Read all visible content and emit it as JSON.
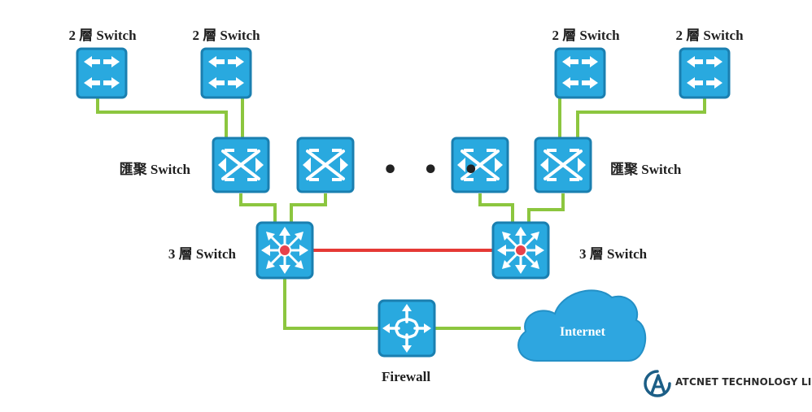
{
  "labels": {
    "l2_switch_1": "2 層 Switch",
    "l2_switch_2": "2 層 Switch",
    "l2_switch_3": "2 層 Switch",
    "l2_switch_4": "2 層 Switch",
    "aggregation_left": "匯聚 Switch",
    "aggregation_right": "匯聚 Switch",
    "l3_left": "3 層 Switch",
    "l3_right": "3 層 Switch",
    "firewall": "Firewall",
    "internet": "Internet",
    "ellipsis": "• • •"
  },
  "brand": {
    "name": "ATCNET TECHNOLOGY LIMITED"
  },
  "colors": {
    "device_fill": "#29a9df",
    "device_border": "#1a7fb0",
    "link_green": "#8cc63f",
    "link_red": "#e53935",
    "cloud": "#2ea6e0",
    "core_dot": "#e8424b"
  }
}
